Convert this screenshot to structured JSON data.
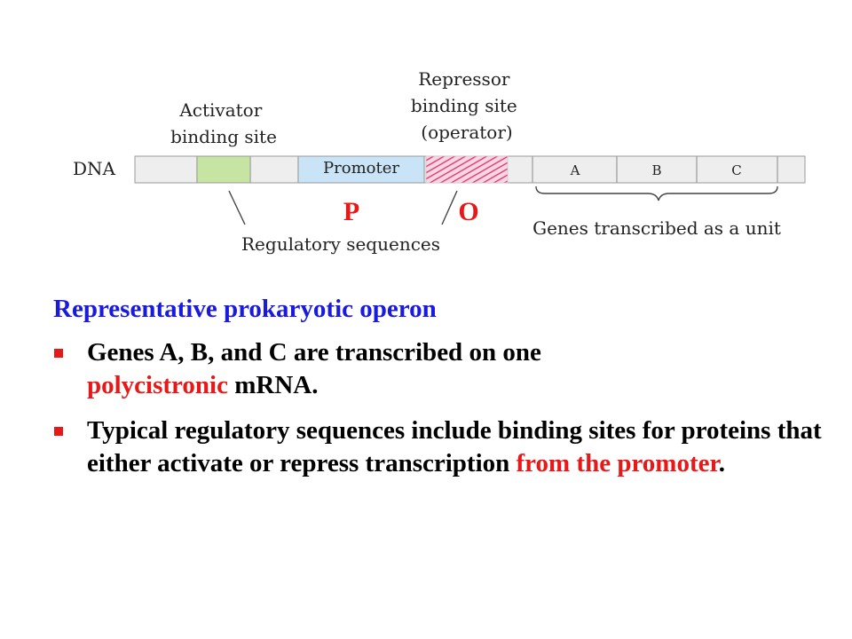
{
  "diagram": {
    "dna_label": "DNA",
    "activator_label": [
      "Activator",
      "binding site"
    ],
    "repressor_label": [
      "Repressor",
      "binding site",
      "(operator)"
    ],
    "promoter_label": "Promoter",
    "genes": [
      "A",
      "B",
      "C"
    ],
    "p_label": "P",
    "o_label": "O",
    "regulatory_label": "Regulatory sequences",
    "genes_unit_label": "Genes transcribed as a unit",
    "colors": {
      "activator": "#c6e4a2",
      "promoter": "#c9e4f7",
      "operator_hatch": "#e0306a",
      "dna": "#eeeeee",
      "p_label": "#e81818",
      "o_label": "#e81818"
    }
  },
  "text": {
    "heading": "Representative prokaryotic operon",
    "bullet1": {
      "part1": "Genes A, B, and C are transcribed on one",
      "highlight": "polycistronic",
      "part2": " mRNA."
    },
    "bullet2": {
      "part1": "Typical regulatory sequences include binding sites for proteins that either activate or repress transcription ",
      "highlight": "from the promoter",
      "part2": "."
    }
  }
}
